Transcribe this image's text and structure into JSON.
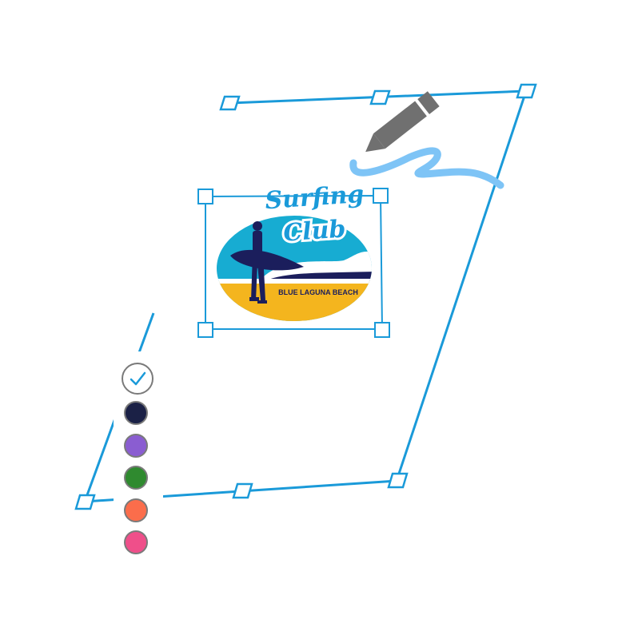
{
  "logo": {
    "title_line1": "Surfing",
    "title_line2": "Club",
    "subtitle": "BLUE LAGUNA BEACH"
  },
  "colors": {
    "selection": "#1a9ad9",
    "stroke": "#7ec4f6",
    "pencil": "#707070",
    "logo_sky": "#17acd2",
    "logo_sand": "#f4b51e",
    "logo_navy": "#1b1e5c"
  },
  "tools": {
    "pencil": "pencil-icon"
  },
  "swatches": [
    {
      "name": "swatch-selected",
      "color": "#ffffff",
      "selected": true,
      "icon": "checkmark-icon"
    },
    {
      "name": "swatch-navy",
      "color": "#1b2146",
      "selected": false
    },
    {
      "name": "swatch-purple",
      "color": "#8a5dd1",
      "selected": false
    },
    {
      "name": "swatch-green",
      "color": "#2f8a2f",
      "selected": false
    },
    {
      "name": "swatch-orange",
      "color": "#fb6d4b",
      "selected": false
    },
    {
      "name": "swatch-pink",
      "color": "#ef4f8a",
      "selected": false
    }
  ]
}
